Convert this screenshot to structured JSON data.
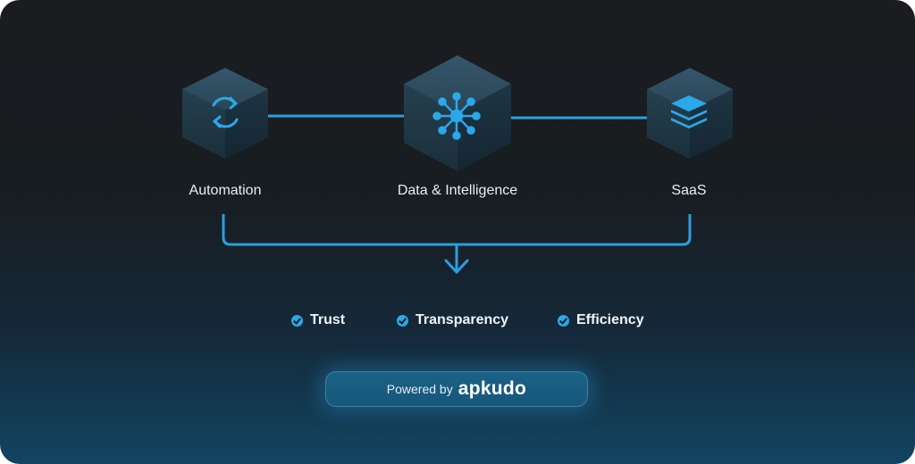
{
  "nodes": [
    {
      "label": "Automation",
      "icon": "refresh-icon"
    },
    {
      "label": "Data & Intelligence",
      "icon": "network-hub-icon"
    },
    {
      "label": "SaaS",
      "icon": "layers-icon"
    }
  ],
  "values": [
    {
      "label": "Trust",
      "icon": "check-circle-icon"
    },
    {
      "label": "Transparency",
      "icon": "check-circle-icon"
    },
    {
      "label": "Efficiency",
      "icon": "check-circle-icon"
    }
  ],
  "badge": {
    "prefix": "Powered by",
    "brand": "apkudo"
  },
  "colors": {
    "accent": "#29a9e8",
    "connector": "#2b9fe0",
    "cube_top": "#2f4d60",
    "cube_left": "#213644",
    "cube_right": "#1a2b36"
  }
}
